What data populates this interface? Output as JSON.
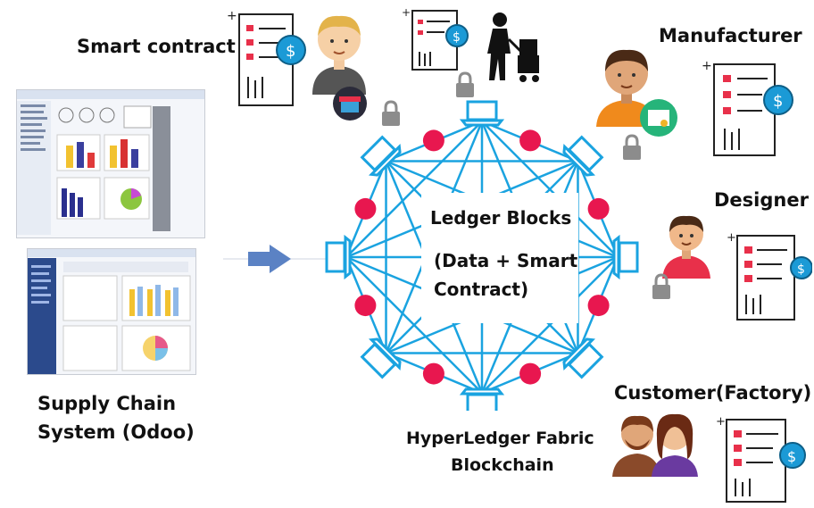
{
  "labels": {
    "smart_contract": "Smart contract",
    "manufacturer": "Manufacturer",
    "designer": "Designer",
    "customer": "Customer(Factory)",
    "supply_chain_line1": "Supply Chain",
    "supply_chain_line2": "System (Odoo)",
    "blockchain_line1": "HyperLedger Fabric",
    "blockchain_line2": "Blockchain",
    "ledger_title": "Ledger Blocks",
    "ledger_line2": "(Data + Smart",
    "ledger_line3": "Contract)"
  },
  "colors": {
    "network_blue": "#1aa3e0",
    "node_red": "#e8174f",
    "arrow": "#5b82c4",
    "coin": "#1b9ad6",
    "lock": "#8c8c8c"
  },
  "icons": [
    "document-icon",
    "coin-icon",
    "person-icon",
    "lock-icon",
    "laptop-icon",
    "delivery-man-icon",
    "certificate-icon",
    "arrow-right-icon"
  ]
}
